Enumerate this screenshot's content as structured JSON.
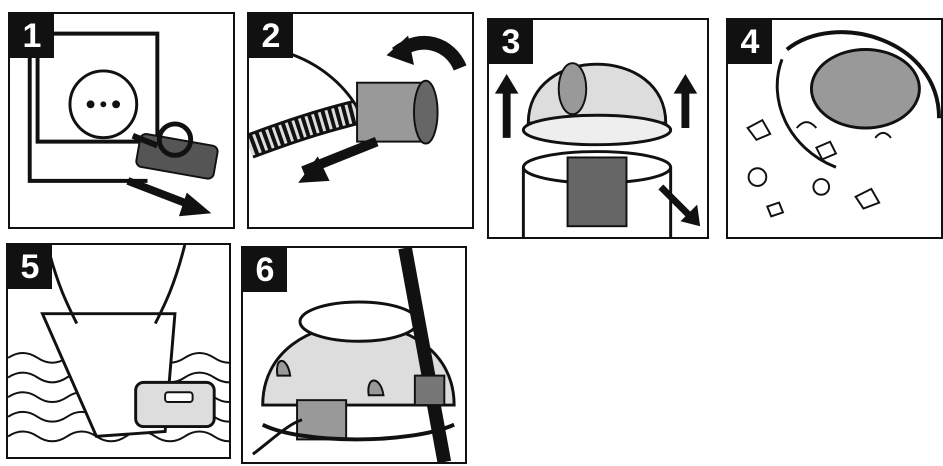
{
  "steps": [
    {
      "number": "1",
      "icon": "unplug-power-cord-icon"
    },
    {
      "number": "2",
      "icon": "detach-hose-icon"
    },
    {
      "number": "3",
      "icon": "remove-motor-head-icon"
    },
    {
      "number": "4",
      "icon": "empty-container-icon"
    },
    {
      "number": "5",
      "icon": "wash-filter-icon"
    },
    {
      "number": "6",
      "icon": "reassemble-vacuum-icon"
    }
  ]
}
